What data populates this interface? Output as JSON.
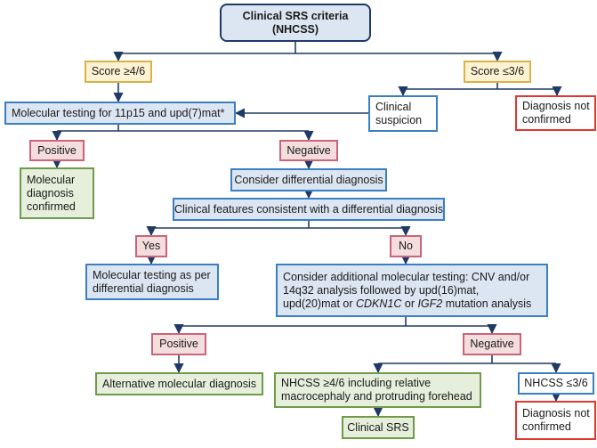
{
  "flowchart": {
    "root": {
      "line1": "Clinical SRS criteria",
      "line2": "(NHCSS)"
    },
    "score_high": "Score ≥4/6",
    "score_low": "Score ≤3/6",
    "molecular_testing": "Molecular testing for 11p15 and upd(7)mat*",
    "clinical_suspicion": {
      "line1": "Clinical",
      "line2": "suspicion"
    },
    "not_confirmed_top": {
      "line1": "Diagnosis not",
      "line2": "confirmed"
    },
    "positive_1": "Positive",
    "negative_1": "Negative",
    "confirmed": {
      "line1": "Molecular",
      "line2": "diagnosis",
      "line3": "confirmed"
    },
    "differential": "Consider differential diagnosis",
    "consistent": "Clinical features consistent with a differential diagnosis",
    "yes": "Yes",
    "no": "No",
    "testing_per": {
      "line1": "Molecular testing as per",
      "line2": "differential diagnosis"
    },
    "additional": {
      "line1": "Consider additional molecular testing: CNV and/or",
      "line2": "14q32 analysis followed by upd(16)mat,",
      "line3_a": "upd(20)mat or ",
      "line3_gene1": "CDKN1C",
      "line3_b": " or ",
      "line3_gene2": "IGF2",
      "line3_c": " mutation analysis"
    },
    "positive_2": "Positive",
    "negative_2": "Negative",
    "alternative": "Alternative molecular diagnosis",
    "nhcss_high": {
      "line1": "NHCSS ≥4/6 including relative",
      "line2": "macrocephaly and protruding forehead"
    },
    "nhcss_low": "NHCSS ≤3/6",
    "clinical_srs": "Clinical SRS",
    "not_confirmed_bottom": {
      "line1": "Diagnosis not",
      "line2": "confirmed"
    }
  },
  "colors": {
    "line": "#1f3a66",
    "blue_fill": "#dce6f2",
    "blue_border": "#3a7fc2",
    "yellow_border": "#d8b24a",
    "pink_border": "#c9657a",
    "green_border": "#6f9a4a",
    "red_border": "#e0372f"
  }
}
